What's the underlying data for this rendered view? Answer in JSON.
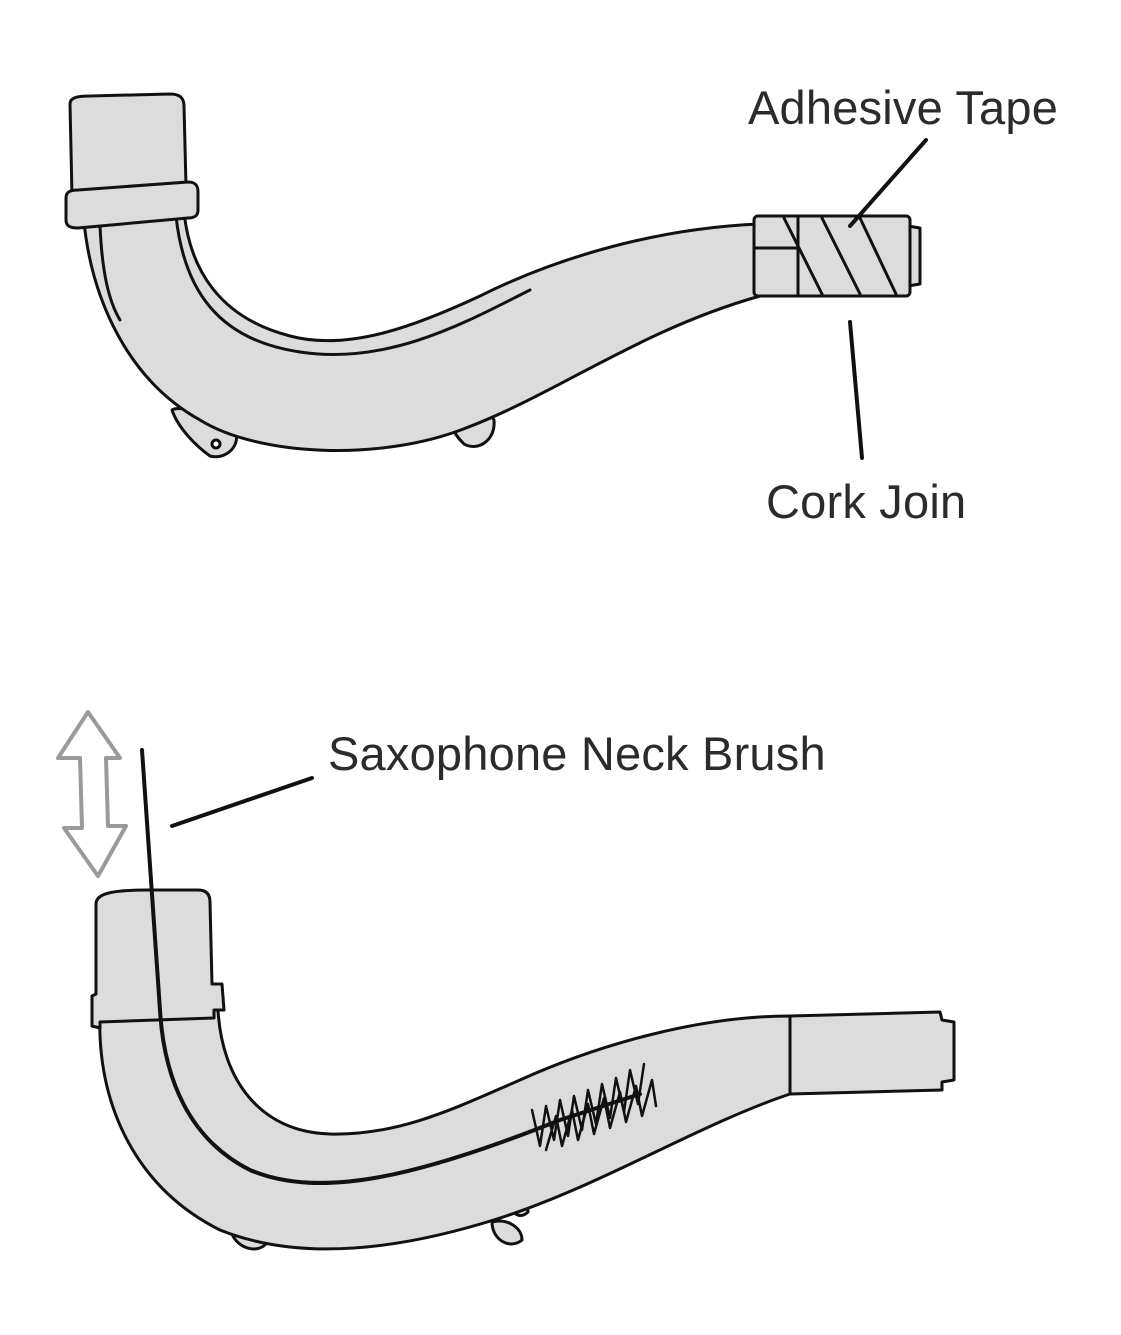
{
  "labels": {
    "adhesive_tape": "Adhesive Tape",
    "cork_join": "Cork Join",
    "neck_brush": "Saxophone Neck Brush"
  },
  "colors": {
    "neck_fill": "#dcdcdc",
    "outline": "#111111",
    "arrow": "#9a9a9a",
    "text": "#2b2b2b"
  }
}
